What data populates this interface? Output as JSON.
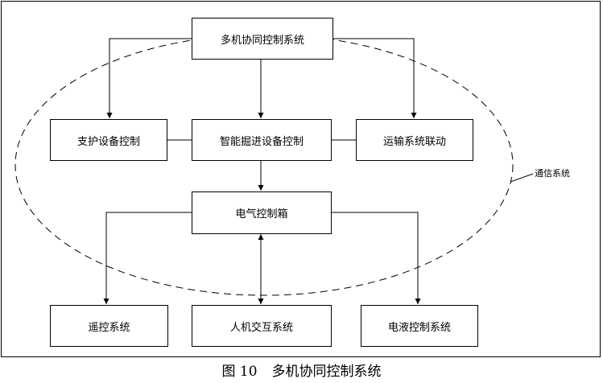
{
  "diagram": {
    "nodes": {
      "top": "多机协同控制系统",
      "support": "支护设备控制",
      "tunneling": "智能掘进设备控制",
      "transport": "运输系统联动",
      "cabinet": "电气控制箱",
      "remote": "遥控系统",
      "hmi": "人机交互系统",
      "hydraulic": "电液控制系统"
    },
    "ellipse_label": "通信系统",
    "edges": [
      {
        "from": "top",
        "to": "support",
        "direction": "forward"
      },
      {
        "from": "top",
        "to": "tunneling",
        "direction": "forward"
      },
      {
        "from": "top",
        "to": "transport",
        "direction": "forward"
      },
      {
        "from": "support",
        "to": "tunneling",
        "direction": "none"
      },
      {
        "from": "tunneling",
        "to": "transport",
        "direction": "none"
      },
      {
        "from": "tunneling",
        "to": "cabinet",
        "direction": "forward"
      },
      {
        "from": "cabinet",
        "to": "remote",
        "direction": "forward"
      },
      {
        "from": "cabinet",
        "to": "hmi",
        "direction": "both"
      },
      {
        "from": "cabinet",
        "to": "hydraulic",
        "direction": "forward"
      }
    ]
  },
  "caption": {
    "figure_number": "图 10",
    "title": "多机协同控制系统"
  }
}
